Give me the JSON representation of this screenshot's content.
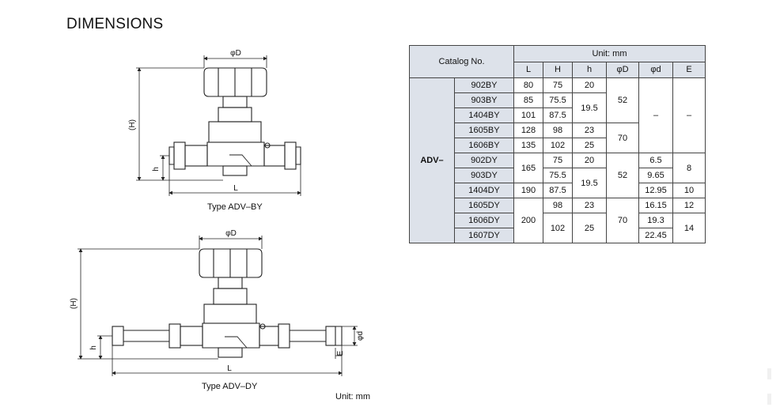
{
  "title": "DIMENSIONS",
  "drawing_by": {
    "caption": "Type ADV–BY",
    "labels": {
      "D": "φD",
      "H": "(H)",
      "h": "h",
      "L": "L"
    }
  },
  "drawing_dy": {
    "caption": "Type ADV–DY",
    "labels": {
      "D": "φD",
      "H": "(H)",
      "h": "h",
      "L": "L",
      "d": "φd",
      "E": "E"
    }
  },
  "unit_note": "Unit: mm",
  "table": {
    "catalog_header": "Catalog No.",
    "unit_header": "Unit: mm",
    "columns": [
      "L",
      "H",
      "h",
      "φD",
      "φd",
      "E"
    ],
    "group": "ADV–",
    "rows": [
      {
        "cat": "902BY",
        "L": "80",
        "H": "75",
        "h": "20",
        "D": "52",
        "d": "–",
        "E": "–"
      },
      {
        "cat": "903BY",
        "L": "85",
        "H": "75.5",
        "h": "19.5"
      },
      {
        "cat": "1404BY",
        "L": "101",
        "H": "87.5"
      },
      {
        "cat": "1605BY",
        "L": "128",
        "H": "98",
        "h": "23",
        "D": "70"
      },
      {
        "cat": "1606BY",
        "L": "135",
        "H": "102",
        "h": "25"
      },
      {
        "cat": "902DY",
        "L": "165",
        "H": "75",
        "h": "20",
        "D": "52",
        "d": "6.5",
        "E": "8"
      },
      {
        "cat": "903DY",
        "H": "75.5",
        "h": "19.5",
        "d": "9.65"
      },
      {
        "cat": "1404DY",
        "L": "190",
        "H": "87.5",
        "d": "12.95",
        "E": "10"
      },
      {
        "cat": "1605DY",
        "L": "200",
        "H": "98",
        "h": "23",
        "D": "70",
        "d": "16.15",
        "E": "12"
      },
      {
        "cat": "1606DY",
        "H": "102",
        "h": "25",
        "d": "19.3",
        "E": "14"
      },
      {
        "cat": "1607DY",
        "d": "22.45"
      }
    ]
  }
}
